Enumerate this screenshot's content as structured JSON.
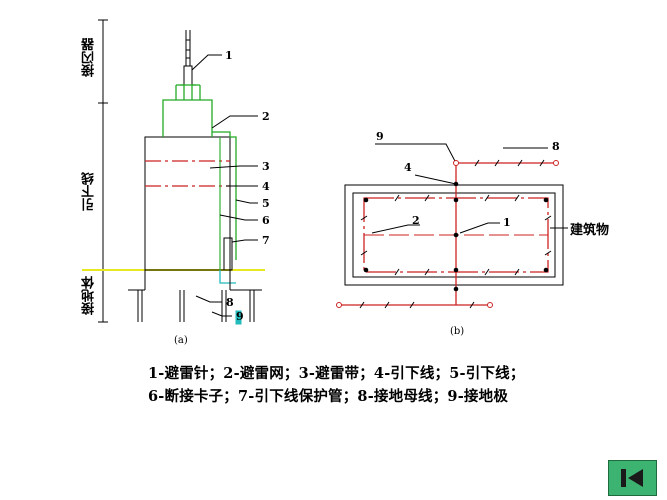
{
  "side_labels": {
    "air_terminal": "接闪器",
    "down_conductor": "引下线",
    "grounding": "接地体"
  },
  "fig_a": {
    "callouts": [
      "1",
      "2",
      "3",
      "4",
      "5",
      "6",
      "7",
      "8",
      "9"
    ],
    "caption": "(a)"
  },
  "fig_b": {
    "callouts": {
      "nine": "9",
      "four": "4",
      "eight": "8",
      "two": "2",
      "one": "1"
    },
    "building_label": "建筑物",
    "caption": "(b)"
  },
  "legend": {
    "line1": "1-避雷针；2-避雷网；3-避雷带；4-引下线；5-引下线；",
    "line2": "6-断接卡子；7-引下线保护管；8-接地母线；9-接地极"
  },
  "colors": {
    "red": "#cc2222",
    "green": "#22aa22",
    "yellow": "#e8e820",
    "cyan": "#22bbbb",
    "nav_green": "#3cb371"
  },
  "nav": {
    "icon": "skip-to-first-icon"
  }
}
